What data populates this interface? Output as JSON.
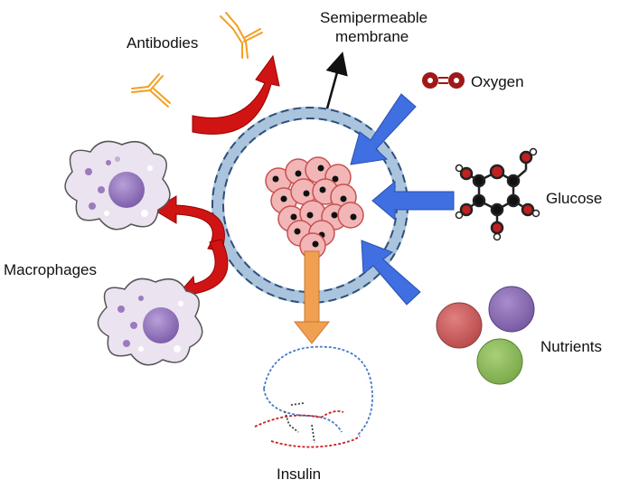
{
  "labels": {
    "antibodies": "Antibodies",
    "membrane_line1": "Semipermeable",
    "membrane_line2": "membrane",
    "oxygen": "Oxygen",
    "glucose": "Glucose",
    "macrophages": "Macrophages",
    "nutrients": "Nutrients",
    "insulin": "Insulin"
  },
  "colors": {
    "membrane_fill": "#a9c4dc",
    "membrane_dash": "#2f4f7a",
    "blue_arrow": "#3f6fe0",
    "red_arrow": "#d01414",
    "orange_arrow": "#f0a050",
    "cell_fill": "#f2b6b6",
    "cell_stroke": "#c85050",
    "macrophage_fill": "#ebe3f0",
    "macrophage_nucleus": "#9b7bbd",
    "antibody": "#f2a020",
    "oxygen": "#a01818",
    "nutrient_red": "#c85a5a",
    "nutrient_purple": "#8a6aae",
    "nutrient_green": "#8ab858",
    "insulin_blue": "#4a7ac8",
    "insulin_red": "#c82020"
  }
}
